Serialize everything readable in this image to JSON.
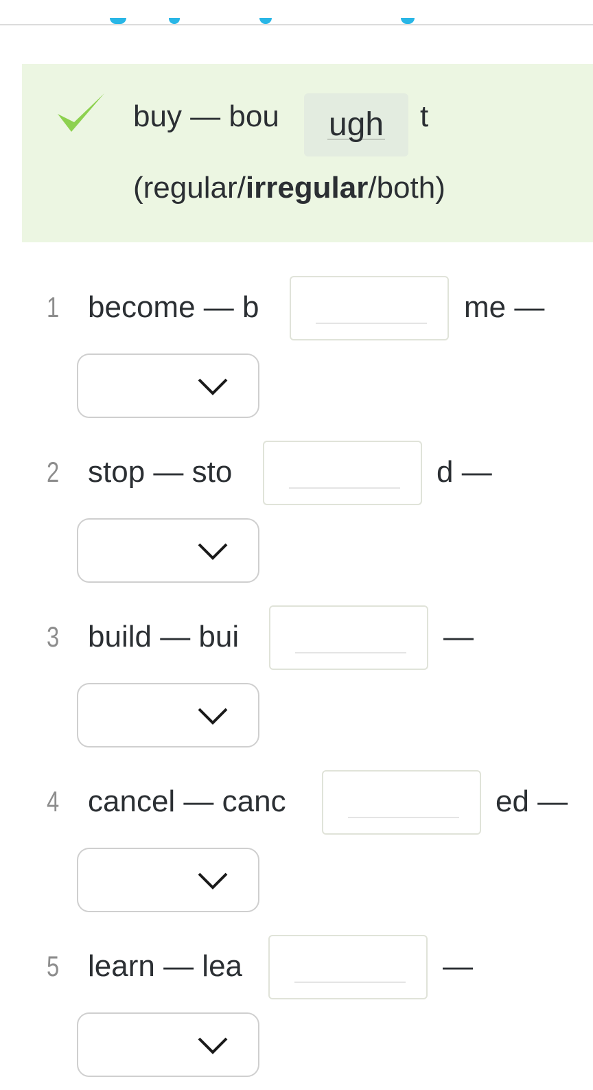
{
  "example": {
    "prefix": "buy — bou",
    "answer": "ugh",
    "suffix": "t",
    "options_open": "(regular/",
    "options_bold": "irregular",
    "options_close": "/both)",
    "check_color": "#8dd14f",
    "background_color": "#ecf6e2"
  },
  "items": [
    {
      "number": "1",
      "prefix": "become — b",
      "suffix": "me —"
    },
    {
      "number": "2",
      "prefix": "stop — sto",
      "suffix": "d —"
    },
    {
      "number": "3",
      "prefix": "build — bui",
      "suffix": "—"
    },
    {
      "number": "4",
      "prefix": "cancel — canc",
      "suffix": "ed —"
    },
    {
      "number": "5",
      "prefix": "learn — lea",
      "suffix": "—"
    }
  ],
  "icons": {
    "correct": "check-icon",
    "dropdown": "chevron-down-icon"
  }
}
